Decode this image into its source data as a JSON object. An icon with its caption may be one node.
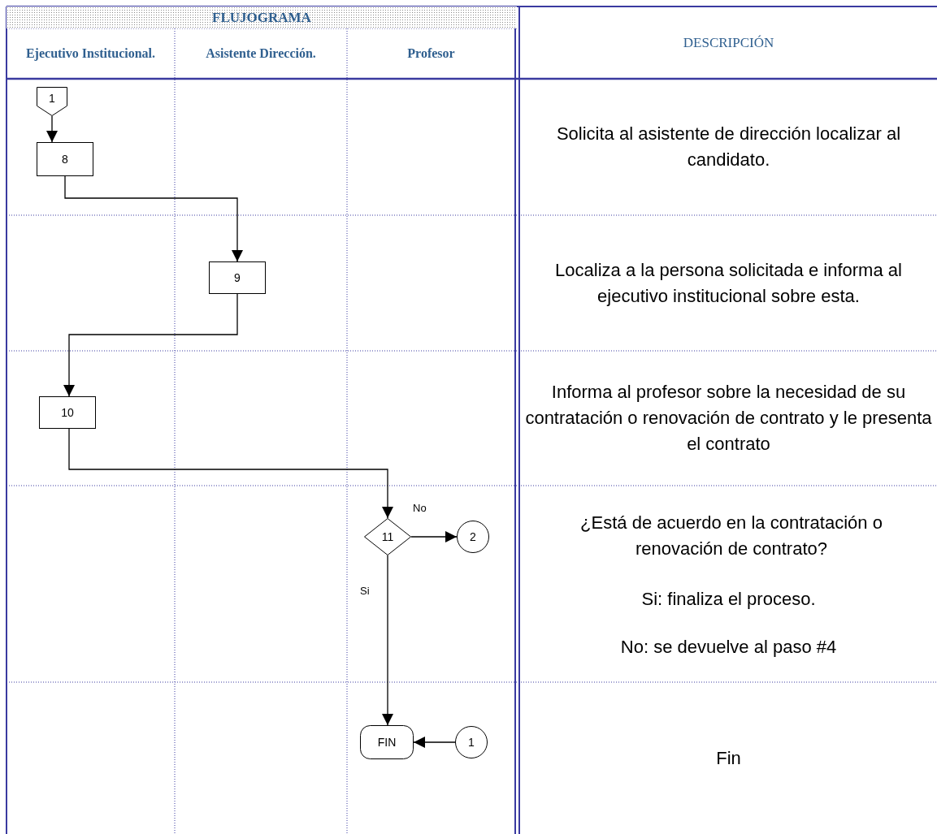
{
  "diagram": {
    "nodes": [
      {
        "text": [
          "1"
        ]
      },
      {
        "text": [
          "8"
        ]
      },
      {
        "text": [
          "9"
        ]
      },
      {
        "text": [
          "10"
        ]
      },
      {
        "text": [
          "11"
        ]
      },
      {
        "text": [
          "2"
        ]
      },
      {
        "text": [
          "FIN"
        ]
      },
      {
        "text": [
          "1"
        ]
      }
    ],
    "edges": [
      {
        "from": 0,
        "to": 1,
        "arrow": "to"
      },
      {
        "from": 1,
        "to": 2,
        "arrow": "to"
      },
      {
        "from": 2,
        "to": 3,
        "arrow": "to"
      },
      {
        "from": 3,
        "to": 4,
        "arrow": "to"
      },
      {
        "from": 4,
        "to": 5,
        "arrow": "to",
        "label": "No"
      },
      {
        "from": 4,
        "to": 6,
        "arrow": "to",
        "label": "Si"
      },
      {
        "from": 7,
        "to": 6,
        "arrow": "to"
      }
    ],
    "labels": [
      "FLUJOGRAMA",
      "Ejecutivo Institucional.",
      "Asistente Dirección.",
      "Profesor",
      "DESCRIPCIÓN",
      "Solicita al asistente de dirección localizar al candidato.",
      "Localiza a la persona solicitada e informa al ejecutivo institucional sobre esta.",
      "Informa al profesor sobre la necesidad de su contratación o renovación de contrato y le presenta el contrato",
      "¿Está de acuerdo en la contratación o renovación de contrato?",
      "Si: finaliza el proceso.",
      "No: se devuelve al paso #4",
      "Fin"
    ]
  }
}
